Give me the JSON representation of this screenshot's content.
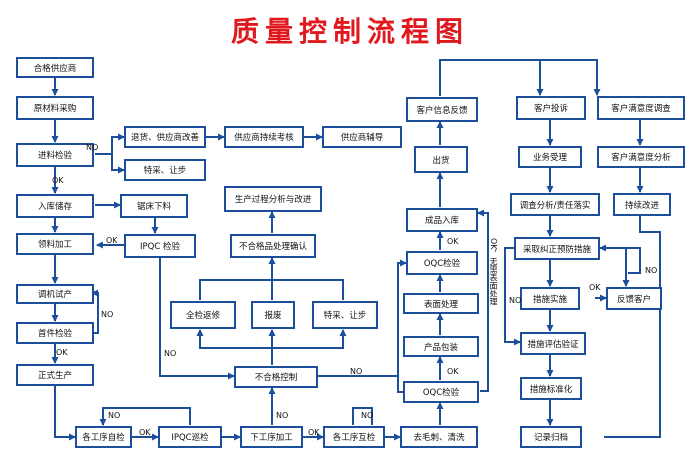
{
  "title": "质量控制流程图",
  "colors": {
    "title": "#e0191e",
    "line": "#1b4f9c",
    "box_border": "#1b4f9c"
  },
  "nodes": {
    "qualified_supplier": "合格供应商",
    "raw_purchase": "原材料采购",
    "incoming_inspection": "进料检验",
    "return_goods": "退货、供应商改善",
    "supplier_review": "供应商持续考核",
    "supplier_guidance": "供应商辅导",
    "special_purchase_top": "特采、让步",
    "warehouse_in": "入库储存",
    "lathe_cutting": "锯床下料",
    "material_processing": "领料加工",
    "ipqc_check": "IPQC 检验",
    "process_analysis": "生产过程分析与改进",
    "nonconforming_confirm": "不合格品处理确认",
    "trial_production": "调机试产",
    "full_repair": "全检返修",
    "scrap": "报废",
    "special_purchase_mid": "特采、让步",
    "first_article": "首件检验",
    "formal_production": "正式生产",
    "nonconforming_control": "不合格控制",
    "self_check": "各工序自检",
    "ipqc_patrol": "IPQC巡检",
    "next_process": "下工序加工",
    "mutual_check": "各工序互检",
    "deburr_clean": "去毛刺、清洗",
    "oqc_bottom": "OQC检验",
    "product_packaging": "产品包装",
    "surface_treatment": "表面处理",
    "oqc_top": "OQC检验",
    "finished_storage": "成品入库",
    "shipment": "出货",
    "customer_feedback": "客户信息反馈",
    "customer_complaint": "客户投诉",
    "satisfaction_survey": "客户满意度调查",
    "business_accept": "业务受理",
    "satisfaction_analysis": "客户满意度分析",
    "investigation": "调查分析/责任落实",
    "continuous_improve": "持续改进",
    "corrective_action": "采取纠正预防措施",
    "implement_measures": "措施实施",
    "feedback_customer": "反馈客户",
    "measure_verify": "措施评估验证",
    "measure_standard": "措施标准化",
    "record_archive": "记录归档"
  },
  "edge_labels": {
    "no_incoming": "NO",
    "ok_incoming": "OK",
    "ok_ipqc": "OK",
    "no_first_article": "NO",
    "ok_first_article": "OK",
    "no_ipqc": "NO",
    "no_oqc": "NO",
    "no_self_check": "NO",
    "ok_self_check": "OK",
    "no_next_process": "NO",
    "ok_mutual": "OK",
    "no_mutual": "NO",
    "ok_oqc_top": "OK",
    "ok_oqc_bottom": "OK",
    "ok_no_surface": "OK，无需表面处理",
    "no_feedback": "NO",
    "no_corrective": "NO",
    "ok_corrective": "OK"
  }
}
